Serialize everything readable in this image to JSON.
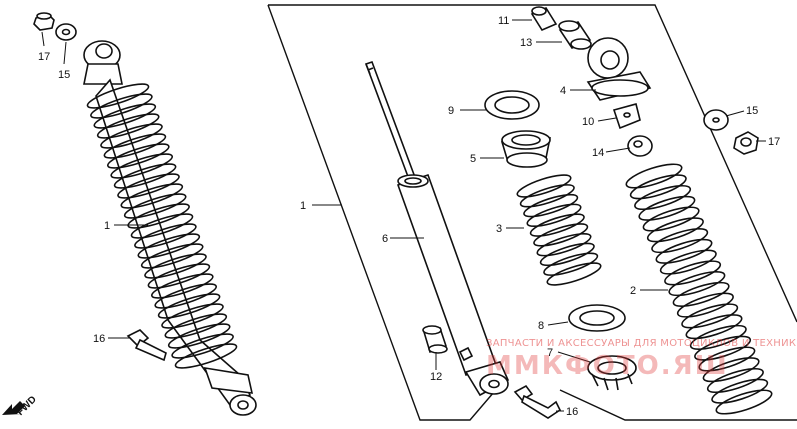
{
  "diagram": {
    "colors": {
      "ink": "#111111",
      "paper": "#ffffff",
      "watermark": "#e03a3a"
    },
    "callouts": [
      {
        "id": "c1-left",
        "label": "1"
      },
      {
        "id": "c15-left",
        "label": "15"
      },
      {
        "id": "c17-left",
        "label": "17"
      },
      {
        "id": "c16-left",
        "label": "16"
      },
      {
        "id": "c1-main",
        "label": "1"
      },
      {
        "id": "c11",
        "label": "11"
      },
      {
        "id": "c13",
        "label": "13"
      },
      {
        "id": "c4",
        "label": "4"
      },
      {
        "id": "c9",
        "label": "9"
      },
      {
        "id": "c10",
        "label": "10"
      },
      {
        "id": "c5",
        "label": "5"
      },
      {
        "id": "c14",
        "label": "14"
      },
      {
        "id": "c15-right",
        "label": "15"
      },
      {
        "id": "c17-right",
        "label": "17"
      },
      {
        "id": "c6",
        "label": "6"
      },
      {
        "id": "c3",
        "label": "3"
      },
      {
        "id": "c2",
        "label": "2"
      },
      {
        "id": "c8",
        "label": "8"
      },
      {
        "id": "c7",
        "label": "7"
      },
      {
        "id": "c12",
        "label": "12"
      },
      {
        "id": "c16-right",
        "label": "16"
      }
    ],
    "direction_label": "FWD",
    "watermark": {
      "line1": "ЗАПЧАСТИ И АКСЕССУАРЫ ДЛЯ МОТОЦИКЛОВ И ТЕХНИКИ",
      "logo_text": "ММКФОТО.ЯШ"
    }
  }
}
